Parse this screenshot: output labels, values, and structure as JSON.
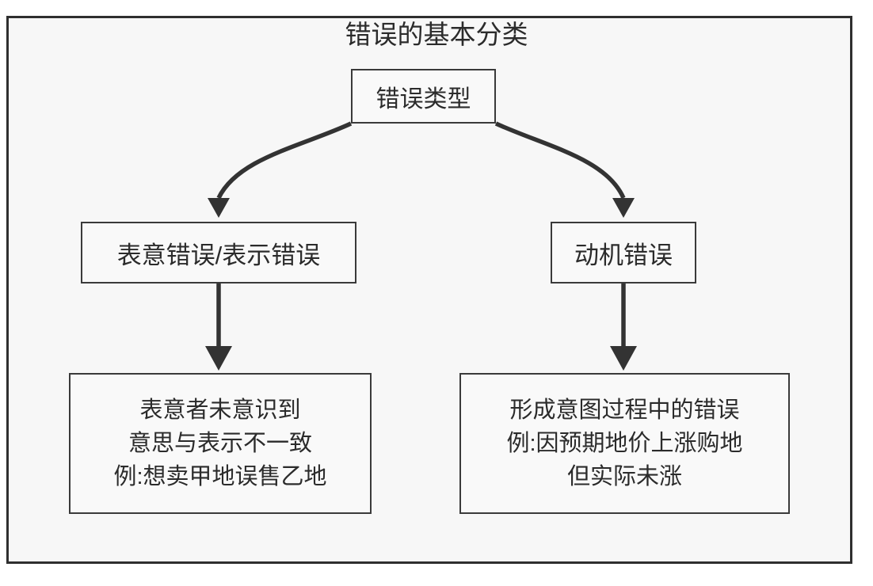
{
  "diagram": {
    "title": "错误的基本分类",
    "type": "flowchart",
    "orientation": "top-down",
    "colors": {
      "frame_border": "#2f2f2f",
      "frame_background": "#f7f7f7",
      "node_border": "#3a3a3a",
      "node_background": "#f9f9f9",
      "edge": "#333333",
      "text": "#2b2b2b"
    },
    "nodes": {
      "root": {
        "label": "错误类型"
      },
      "expression_error": {
        "label": "表意错误/表示错误"
      },
      "motive_error": {
        "label": "动机错误"
      },
      "expression_error_detail": {
        "line1": "表意者未意识到",
        "line2": "意思与表示不一致",
        "line3": "例:想卖甲地误售乙地"
      },
      "motive_error_detail": {
        "line1": "形成意图过程中的错误",
        "line2": "例:因预期地价上涨购地",
        "line3": "但实际未涨"
      }
    },
    "edges": [
      {
        "from": "root",
        "to": "expression_error",
        "style": "curved",
        "arrow": "filled-triangle"
      },
      {
        "from": "root",
        "to": "motive_error",
        "style": "curved",
        "arrow": "filled-triangle"
      },
      {
        "from": "expression_error",
        "to": "expression_error_detail",
        "style": "straight",
        "arrow": "filled-triangle"
      },
      {
        "from": "motive_error",
        "to": "motive_error_detail",
        "style": "straight",
        "arrow": "filled-triangle"
      }
    ]
  }
}
